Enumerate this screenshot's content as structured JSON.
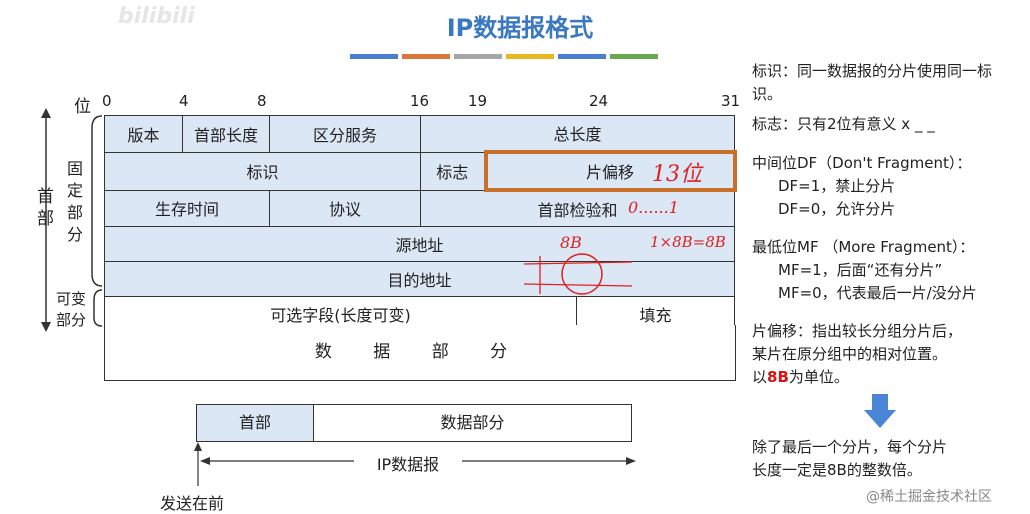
{
  "title": "IP数据报格式",
  "color_bars": [
    "#4a7fcf",
    "#d9773a",
    "#a6a6a6",
    "#e8b820",
    "#4a7fcf",
    "#6aa84f"
  ],
  "watermark_top": "bilibili",
  "diagram": {
    "bit_prefix": "位",
    "bits": [
      "0",
      "4",
      "8",
      "16",
      "19",
      "24",
      "31"
    ],
    "rows": [
      [
        "版本",
        "首部长度",
        "区分服务",
        "总长度"
      ],
      [
        "标识",
        "标志",
        "片偏移"
      ],
      [
        "生存时间",
        "协议",
        "首部检验和"
      ],
      [
        "源地址"
      ],
      [
        "目的地址"
      ],
      [
        "可选字段(长度可变)",
        "填充"
      ]
    ],
    "data_part": "数 据 部 分",
    "side_labels": {
      "header": "首部",
      "fixed": [
        "固",
        "定",
        "部",
        "分"
      ],
      "variable": "可变部分"
    },
    "handwriting": {
      "offset_note": "13位",
      "checksum_note": "0......1",
      "src_note": "8B",
      "calc_note": "1×8B=8B"
    }
  },
  "packet": {
    "header": "首部",
    "data": "数据部分",
    "label": "IP数据报",
    "send_first": "发送在前"
  },
  "notes": {
    "identification": "标识：同一数据报的分片使用同一标识。",
    "flags": "标志：只有2位有意义 x _ _",
    "df_title": "中间位DF（Don't Fragment）：",
    "df1": "DF=1，禁止分片",
    "df0": "DF=0，允许分片",
    "mf_title": "最低位MF （More Fragment）：",
    "mf1": "MF=1，后面“还有分片”",
    "mf0": "MF=0，代表最后一片/没分片",
    "offset_a": "片偏移：指出较长分组分片后，",
    "offset_b": "某片在原分组中的相对位置。",
    "offset_c_unit": "8B",
    "offset_c_pre": "以",
    "offset_c_post": "为单位。",
    "conclusion_a": "除了最后一个分片，每个分片",
    "conclusion_b": "长度一定是8B的整数倍。"
  },
  "watermark_bottom": "@稀土掘金技术社区"
}
